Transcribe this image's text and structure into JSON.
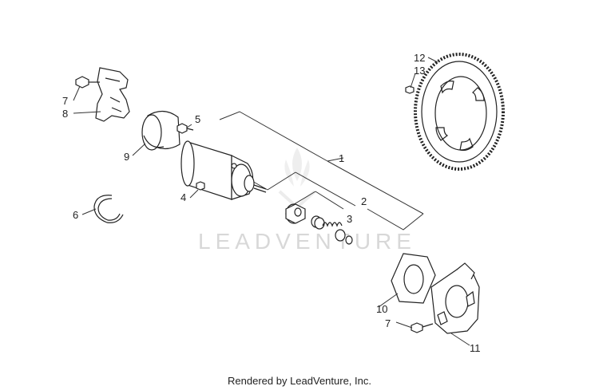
{
  "watermark": "LEADVENTURE",
  "footer": "Rendered by LeadVenture, Inc.",
  "callouts": {
    "c1": "1",
    "c2": "2",
    "c3": "3",
    "c4": "4",
    "c5": "5",
    "c6": "6",
    "c7a": "7",
    "c7b": "7",
    "c8": "8",
    "c9": "9",
    "c10": "10",
    "c11": "11",
    "c12": "12",
    "c13": "13"
  }
}
